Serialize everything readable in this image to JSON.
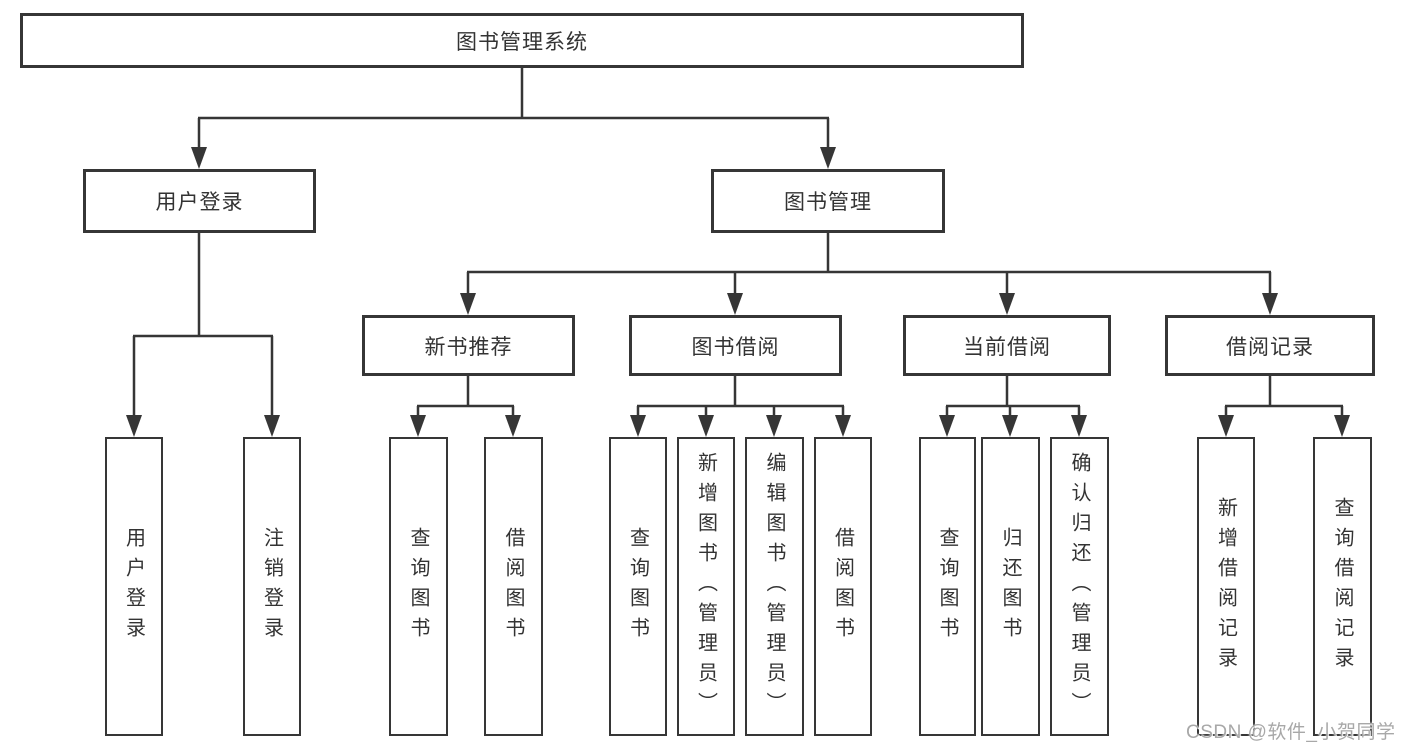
{
  "diagram": {
    "title": "图书管理系统",
    "level2": [
      "用户登录",
      "图书管理"
    ],
    "level3": [
      "新书推荐",
      "图书借阅",
      "当前借阅",
      "借阅记录"
    ],
    "leaves": {
      "user_login": [
        "用户登录",
        "注销登录"
      ],
      "new_books": [
        "查询图书",
        "借阅图书"
      ],
      "book_borrowing": [
        "查询图书",
        "新增图书（管理员）",
        "编辑图书（管理员）",
        "借阅图书"
      ],
      "current_borrowing": [
        "查询图书",
        "归还图书",
        "确认归还（管理员）"
      ],
      "borrowing_records": [
        "新增借阅记录",
        "查询借阅记录"
      ]
    },
    "colors": {
      "line": "#363636",
      "text": "#333333",
      "background": "#ffffff",
      "watermark": "#a8a8a8"
    }
  },
  "watermark": "CSDN @软件_小贺同学"
}
